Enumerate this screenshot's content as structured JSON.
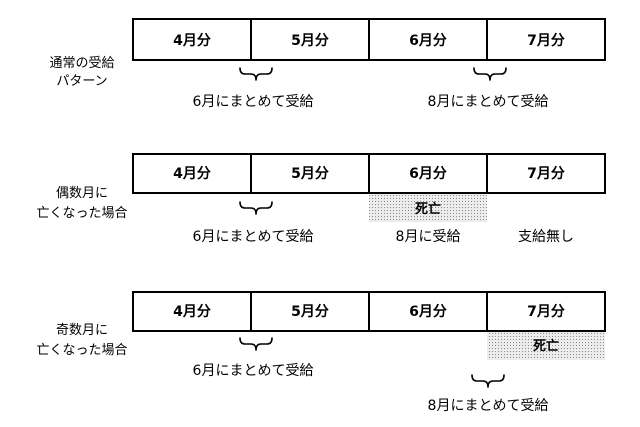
{
  "diagram": {
    "rows": [
      {
        "label": [
          "通常の受給",
          "パターン"
        ],
        "months": [
          "4月分",
          "5月分",
          "6月分",
          "7月分"
        ],
        "notes": [
          "6月にまとめて受給",
          "8月にまとめて受給"
        ]
      },
      {
        "label": [
          "偶数月に",
          "亡くなった場合"
        ],
        "months": [
          "4月分",
          "5月分",
          "6月分",
          "7月分"
        ],
        "death": "死亡",
        "notes": [
          "6月にまとめて受給",
          "8月に受給",
          "支給無し"
        ]
      },
      {
        "label": [
          "奇数月に",
          "亡くなった場合"
        ],
        "months": [
          "4月分",
          "5月分",
          "6月分",
          "7月分"
        ],
        "death": "死亡",
        "notes": [
          "6月にまとめて受給",
          "8月にまとめて受給"
        ]
      }
    ]
  },
  "colors": {
    "line": "#000000",
    "background": "#ffffff",
    "shade_dots": "#8c8c8c",
    "shade_fill": "#ececec"
  }
}
